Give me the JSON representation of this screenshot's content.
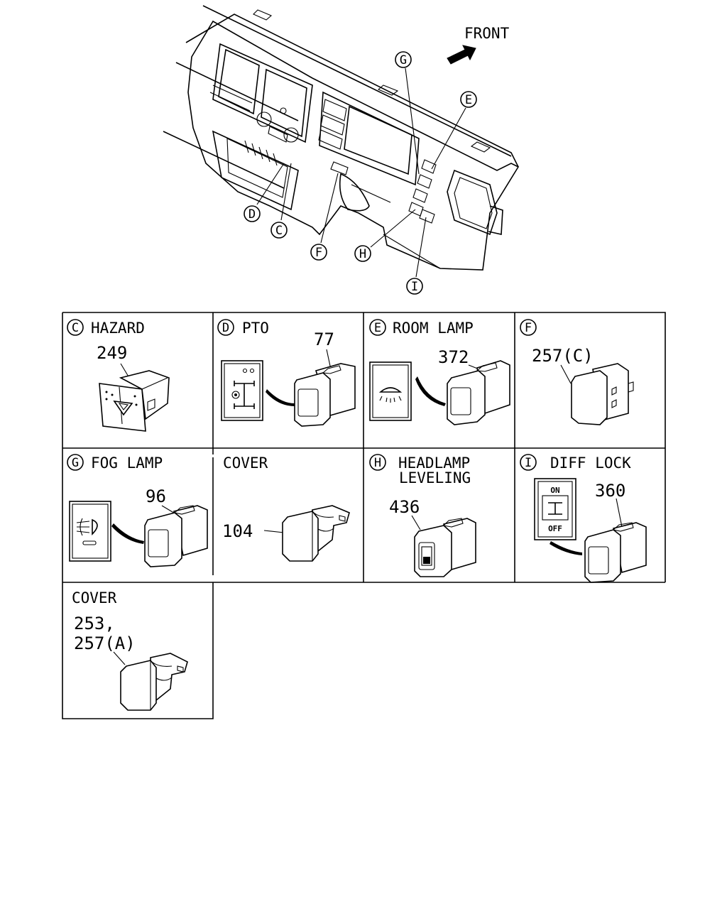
{
  "front_label": "FRONT",
  "callouts": {
    "G": "G",
    "E": "E",
    "D": "D",
    "C": "C",
    "F": "F",
    "H": "H",
    "I": "I"
  },
  "panels": [
    {
      "letter": "C",
      "title": "HAZARD",
      "parts": [
        "249"
      ]
    },
    {
      "letter": "D",
      "title": "PTO",
      "parts": [
        "77"
      ]
    },
    {
      "letter": "E",
      "title": "ROOM LAMP",
      "parts": [
        "372"
      ]
    },
    {
      "letter": "F",
      "title": "",
      "parts": [
        "257(C)"
      ]
    },
    {
      "letter": "G",
      "title": "FOG LAMP",
      "parts": [
        "96"
      ]
    },
    {
      "letter": "",
      "title": "COVER",
      "parts": [
        "104"
      ]
    },
    {
      "letter": "H",
      "title": "HEADLAMP",
      "title2": "LEVELING",
      "parts": [
        "436"
      ]
    },
    {
      "letter": "I",
      "title": "DIFF LOCK",
      "parts": [
        "360"
      ],
      "switch_on": "ON",
      "switch_off": "OFF"
    },
    {
      "letter": "",
      "title": "COVER",
      "parts": [
        "253,",
        "257(A)"
      ]
    }
  ]
}
